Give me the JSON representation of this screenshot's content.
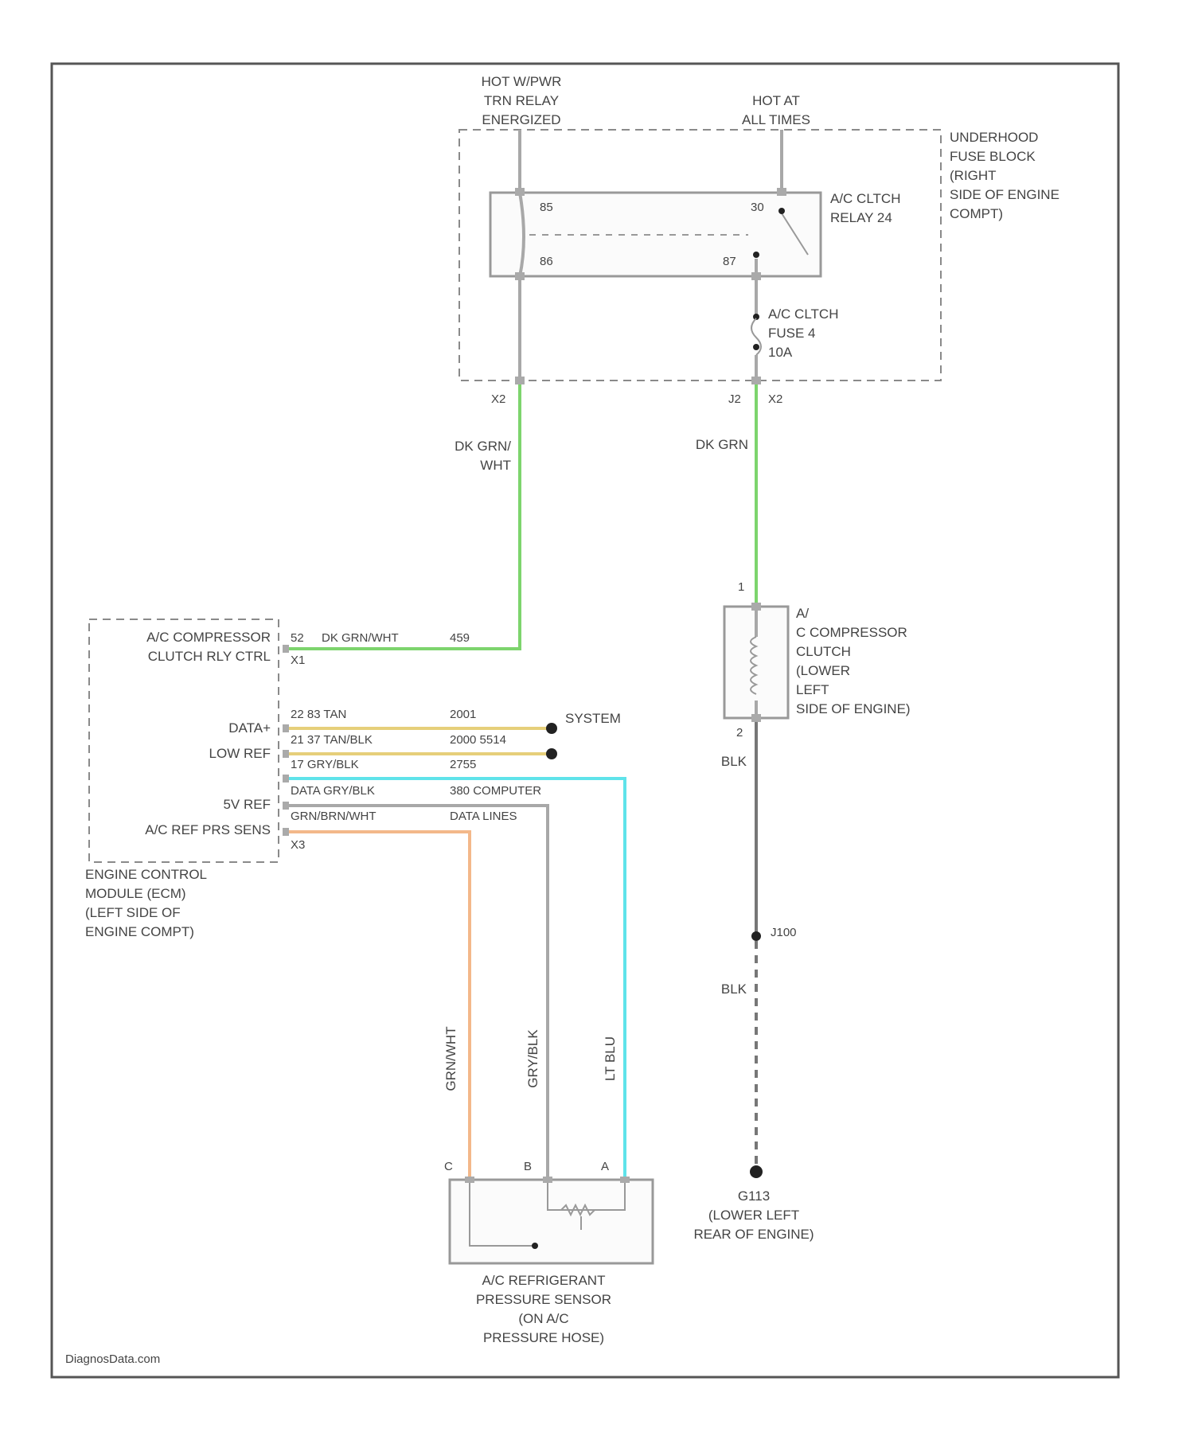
{
  "source": "DiagnosData.com",
  "feeds": {
    "ign_label": [
      "HOT W/PWR",
      "TRN RELAY",
      "ENERGIZED"
    ],
    "batt_label": [
      "HOT AT",
      "ALL TIMES"
    ]
  },
  "fuse_block": {
    "label": [
      "UNDERHOOD",
      "FUSE BLOCK",
      "(RIGHT",
      "SIDE OF ENGINE",
      "COMPT)"
    ],
    "relay_label": [
      "A/C CLTCH",
      "RELAY 24"
    ],
    "relay_pins": {
      "p85": "85",
      "p86": "86",
      "p30": "30",
      "p87": "87"
    },
    "fuse_label": [
      "A/C CLTCH",
      "FUSE 4",
      "10A"
    ],
    "conn_left": "X2",
    "conn_right_a": "J2",
    "conn_right_b": "X2"
  },
  "wires": {
    "relay_ctrl": [
      "DK GRN/",
      "WHT"
    ],
    "relay_feed": "DK GRN",
    "ground_1": "BLK",
    "ground_2": "BLK",
    "sensor_c": "GRN/WHT",
    "sensor_b": "GRY/BLK",
    "sensor_a": "LT BLU"
  },
  "ecm": {
    "label": [
      "ENGINE CONTROL",
      "MODULE (ECM)",
      "(LEFT SIDE OF",
      "ENGINE COMPT)"
    ],
    "rows": [
      {
        "name": "A/C COMPRESSOR",
        "pin": "52",
        "wire": "DK GRN/WHT",
        "circuit": "459"
      },
      {
        "name": "CLUTCH RLY CTRL",
        "pin": "X1",
        "wire": "",
        "circuit": ""
      },
      {
        "name": "DATA+",
        "pin": "",
        "wire": "22 83 TAN",
        "circuit": "2001"
      },
      {
        "name": "LOW REF",
        "pin": "",
        "wire": "21 37 TAN/BLK",
        "circuit": "2000 5514"
      },
      {
        "name": "",
        "pin": "",
        "wire": "17 GRY/BLK",
        "circuit": "2755"
      },
      {
        "name": "",
        "pin": "",
        "wire": "DATA GRY/BLK",
        "circuit": "380 COMPUTER"
      },
      {
        "name": "5V REF",
        "pin": "",
        "wire": "GRN/BRN/WHT",
        "circuit": "DATA LINES"
      },
      {
        "name": "A/C REF PRS SENS",
        "pin": "X3",
        "wire": "",
        "circuit": ""
      }
    ],
    "system_label": "SYSTEM"
  },
  "clutch": {
    "pin_top": "1",
    "pin_bottom": "2",
    "label": [
      "A/",
      "C COMPRESSOR",
      "CLUTCH",
      "(LOWER",
      "LEFT",
      "SIDE OF ENGINE)"
    ]
  },
  "ground_splice": "J100",
  "ground_point": {
    "label": [
      "G113",
      "(LOWER LEFT",
      "REAR OF ENGINE)"
    ]
  },
  "sensor": {
    "pins": {
      "c": "C",
      "b": "B",
      "a": "A"
    },
    "label": [
      "A/C REFRIGERANT",
      "PRESSURE SENSOR",
      "(ON A/C",
      "PRESSURE HOSE)"
    ]
  }
}
